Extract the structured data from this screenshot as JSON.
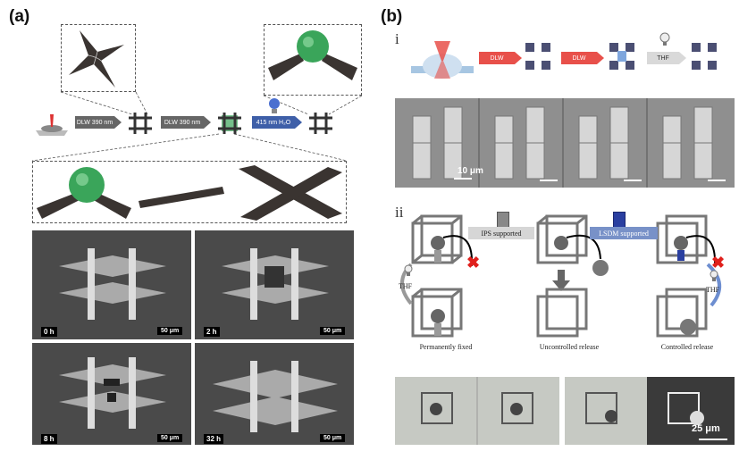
{
  "panel_a": {
    "label": "(a)",
    "steps": [
      "DLW 390 nm",
      "DLW 390 nm",
      "415 nm H₂O"
    ],
    "sem_times": [
      "0 h",
      "2 h",
      "8 h",
      "32 h"
    ],
    "scale_bar": "50 μm"
  },
  "panel_b": {
    "label": "(b)",
    "part_i": {
      "label": "i",
      "steps": [
        "DLW",
        "DLW",
        "THF"
      ],
      "scale_bar": "10 μm"
    },
    "part_ii": {
      "label": "ii",
      "ips_label": "IPS supported",
      "lsdm_label": "LSDM supported",
      "thf_left": "THF",
      "thf_right": "THF",
      "captions": [
        "Permanently fixed",
        "Uncontrolled release",
        "Controlled release"
      ],
      "scale_bar": "25 μm"
    }
  },
  "colors": {
    "red_arrow": "#e8504a",
    "blue_arrow": "#3e5fa8",
    "green_sphere": "#3aa55a",
    "sem_gray": "#3a3a3a",
    "cross_red": "#e0201c"
  }
}
